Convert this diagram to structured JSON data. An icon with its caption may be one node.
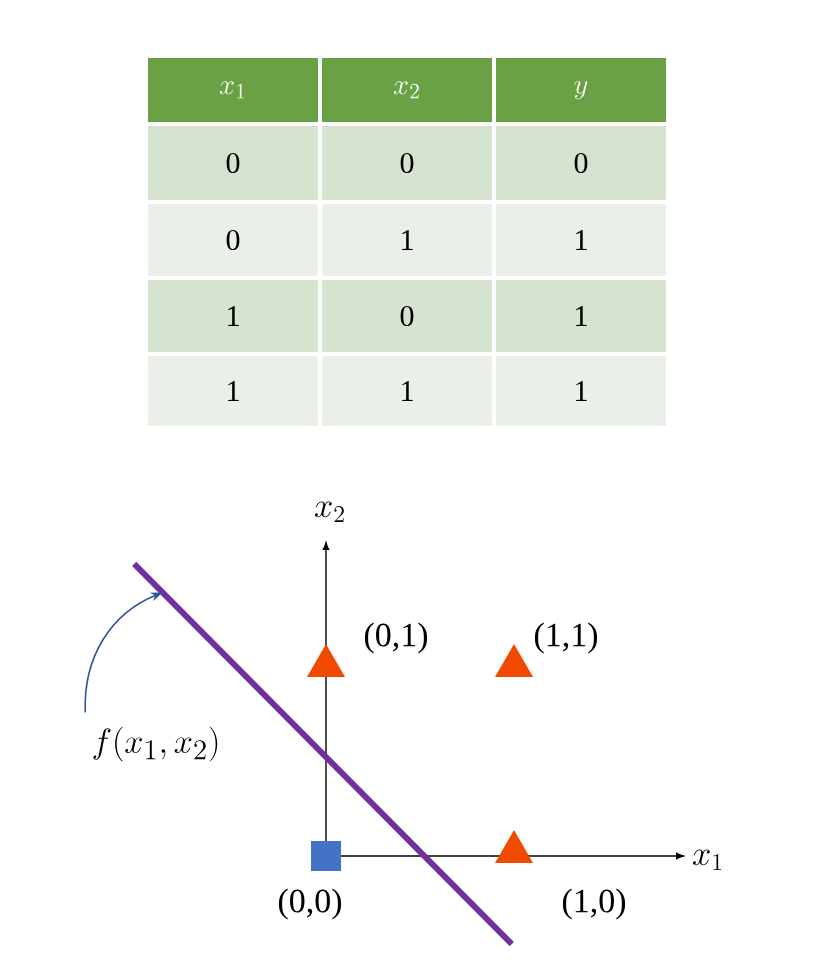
{
  "diagram": {
    "nodes": [
      {
        "text": [
          "f(x_1,x_2)"
        ]
      },
      {
        "text": [],
        "shape": "line"
      },
      {
        "text": [],
        "shape": "box",
        "beside": [
          "(0,0)"
        ]
      },
      {
        "text": [],
        "shape": "triangle",
        "beside": [
          "(0,1)"
        ]
      },
      {
        "text": [],
        "shape": "triangle",
        "beside": [
          "(1,1)"
        ]
      },
      {
        "text": [],
        "shape": "triangle",
        "beside": [
          "(1,0)"
        ]
      }
    ],
    "edges": [
      {
        "from": 0,
        "to": 1,
        "arrow": "to"
      }
    ],
    "labels": [
      "x_1",
      "x_2",
      "y",
      "0",
      "0",
      "0",
      "0",
      "1",
      "1",
      "1",
      "0",
      "1",
      "1",
      "1",
      "1",
      "x_2",
      "x_1"
    ]
  }
}
